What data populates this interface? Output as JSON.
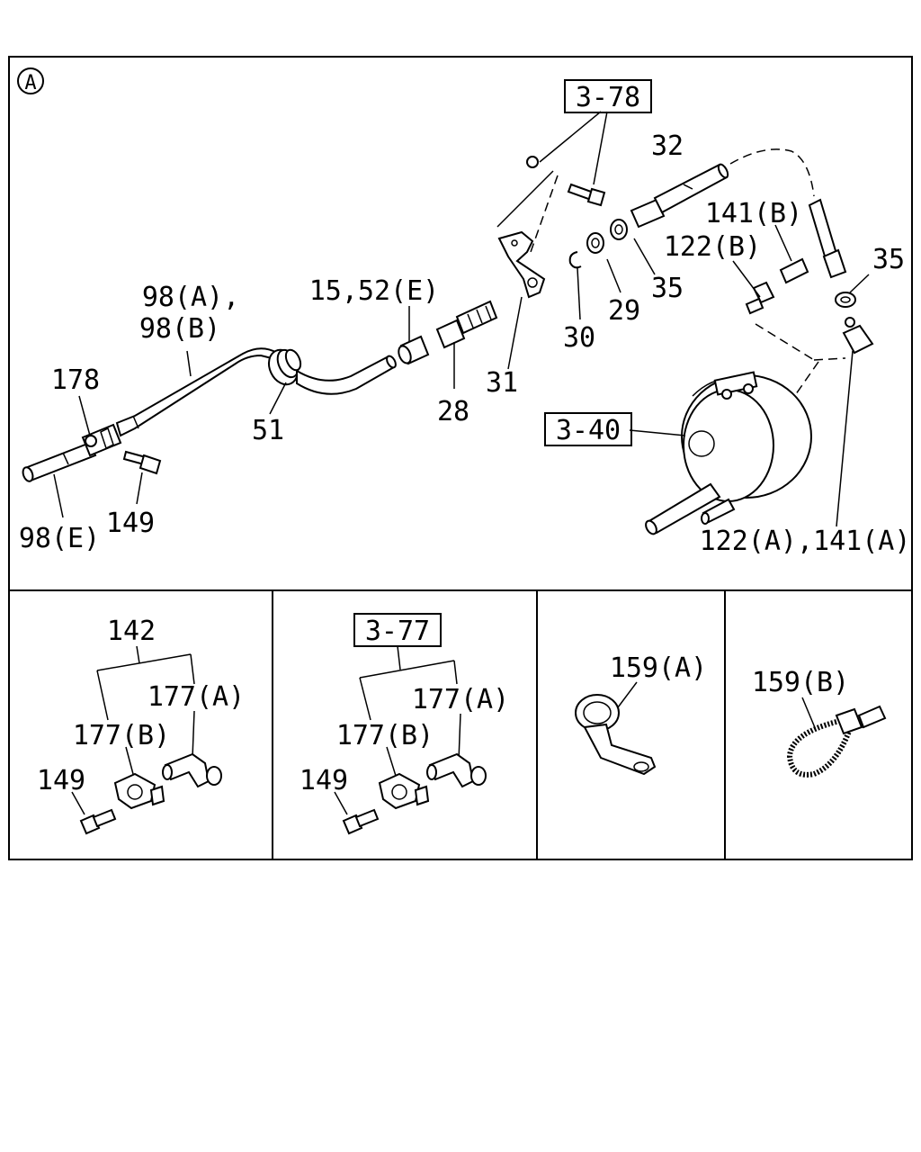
{
  "section_marker": "A",
  "refs": {
    "r378": "3-78",
    "r340": "3-40",
    "r377": "3-77"
  },
  "labels": {
    "l32": "32",
    "l141b": "141(B)",
    "l122b": "122(B)",
    "l35a": "35",
    "l35b": "35",
    "l29": "29",
    "l30": "30",
    "l31": "31",
    "l28": "28",
    "l1552e": "15,52(E)",
    "l98ab_1": "98(A),",
    "l98ab_2": "98(B)",
    "l178": "178",
    "l51": "51",
    "l149a": "149",
    "l98e": "98(E)",
    "l122a141a": "122(A),141(A)",
    "l142": "142",
    "l177a_1": "177(A)",
    "l177b_1": "177(B)",
    "l149b": "149",
    "l177a_2": "177(A)",
    "l177b_2": "177(B)",
    "l149c": "149",
    "l159a": "159(A)",
    "l159b": "159(B)"
  }
}
